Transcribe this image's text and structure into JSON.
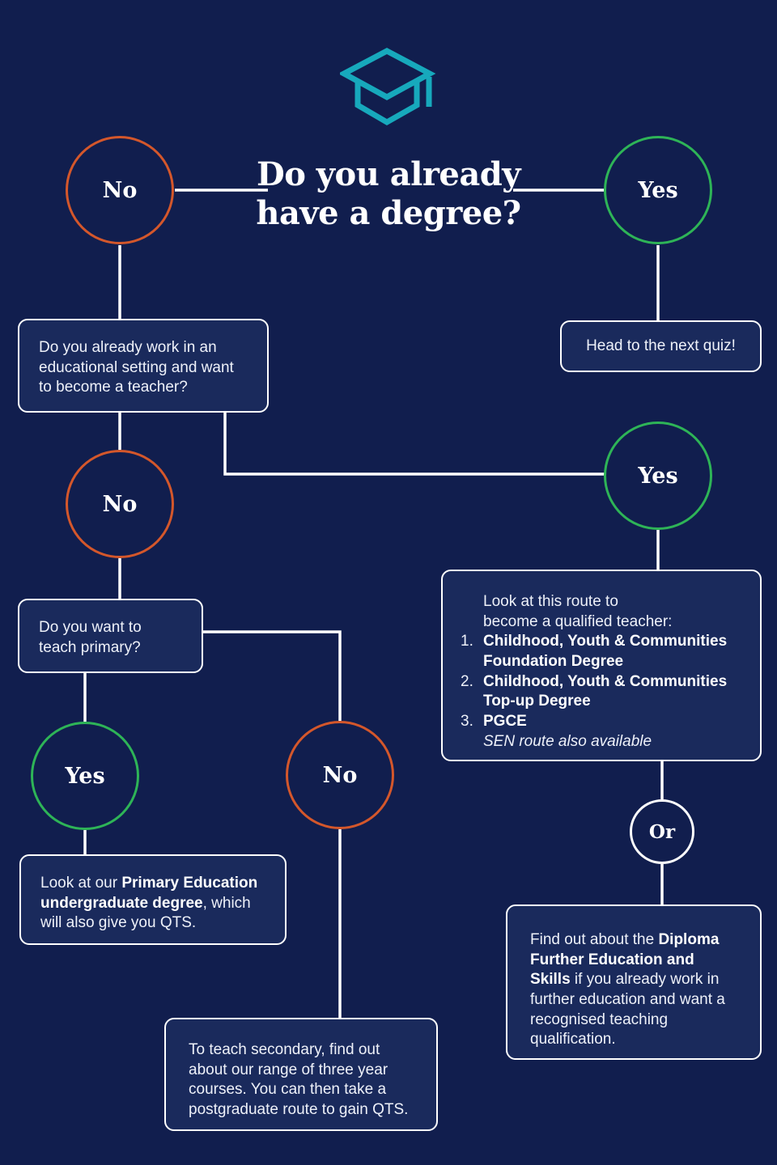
{
  "palette": {
    "background": "#111e4e",
    "box_fill": "#1a2a5c",
    "line_white": "#ffffff",
    "orange": "#d4572b",
    "green": "#2eb457",
    "teal": "#17a9bc"
  },
  "header": {
    "icon": "graduation-cap-icon",
    "title_line1": "Do you already",
    "title_line2": "have a degree?"
  },
  "nodes": {
    "degree_no": "No",
    "degree_yes": "Yes",
    "work_no": "No",
    "work_yes": "Yes",
    "primary_yes": "Yes",
    "primary_no": "No",
    "or": "Or"
  },
  "boxes": {
    "quiz": {
      "text": "Head to the next quiz!"
    },
    "work": {
      "text": "Do you already work in an educational setting and want to become a teacher?"
    },
    "primary_q": {
      "text": "Do you want to teach primary?"
    },
    "routes": {
      "intro_line1": "Look at this route to",
      "intro_line2": "become a qualified teacher:",
      "items": [
        {
          "num": "1.",
          "text": "Childhood, Youth & Communities Foundation Degree"
        },
        {
          "num": "2.",
          "text": "Childhood, Youth & Communities Top-up Degree"
        },
        {
          "num": "3.",
          "text": "PGCE"
        }
      ],
      "note": "SEN route also available"
    },
    "primary_deg": {
      "pre": "Look at our ",
      "bold": "Primary Education undergraduate degree",
      "post": ", which will also give you QTS."
    },
    "secondary": {
      "text": "To teach secondary, find out about our range of three year courses. You can then take a postgraduate route to gain QTS."
    },
    "diploma": {
      "pre": "Find out about the ",
      "bold": "Diploma Further Education and Skills",
      "post": " if you already work in further education and want a recognised teaching qualification."
    }
  }
}
